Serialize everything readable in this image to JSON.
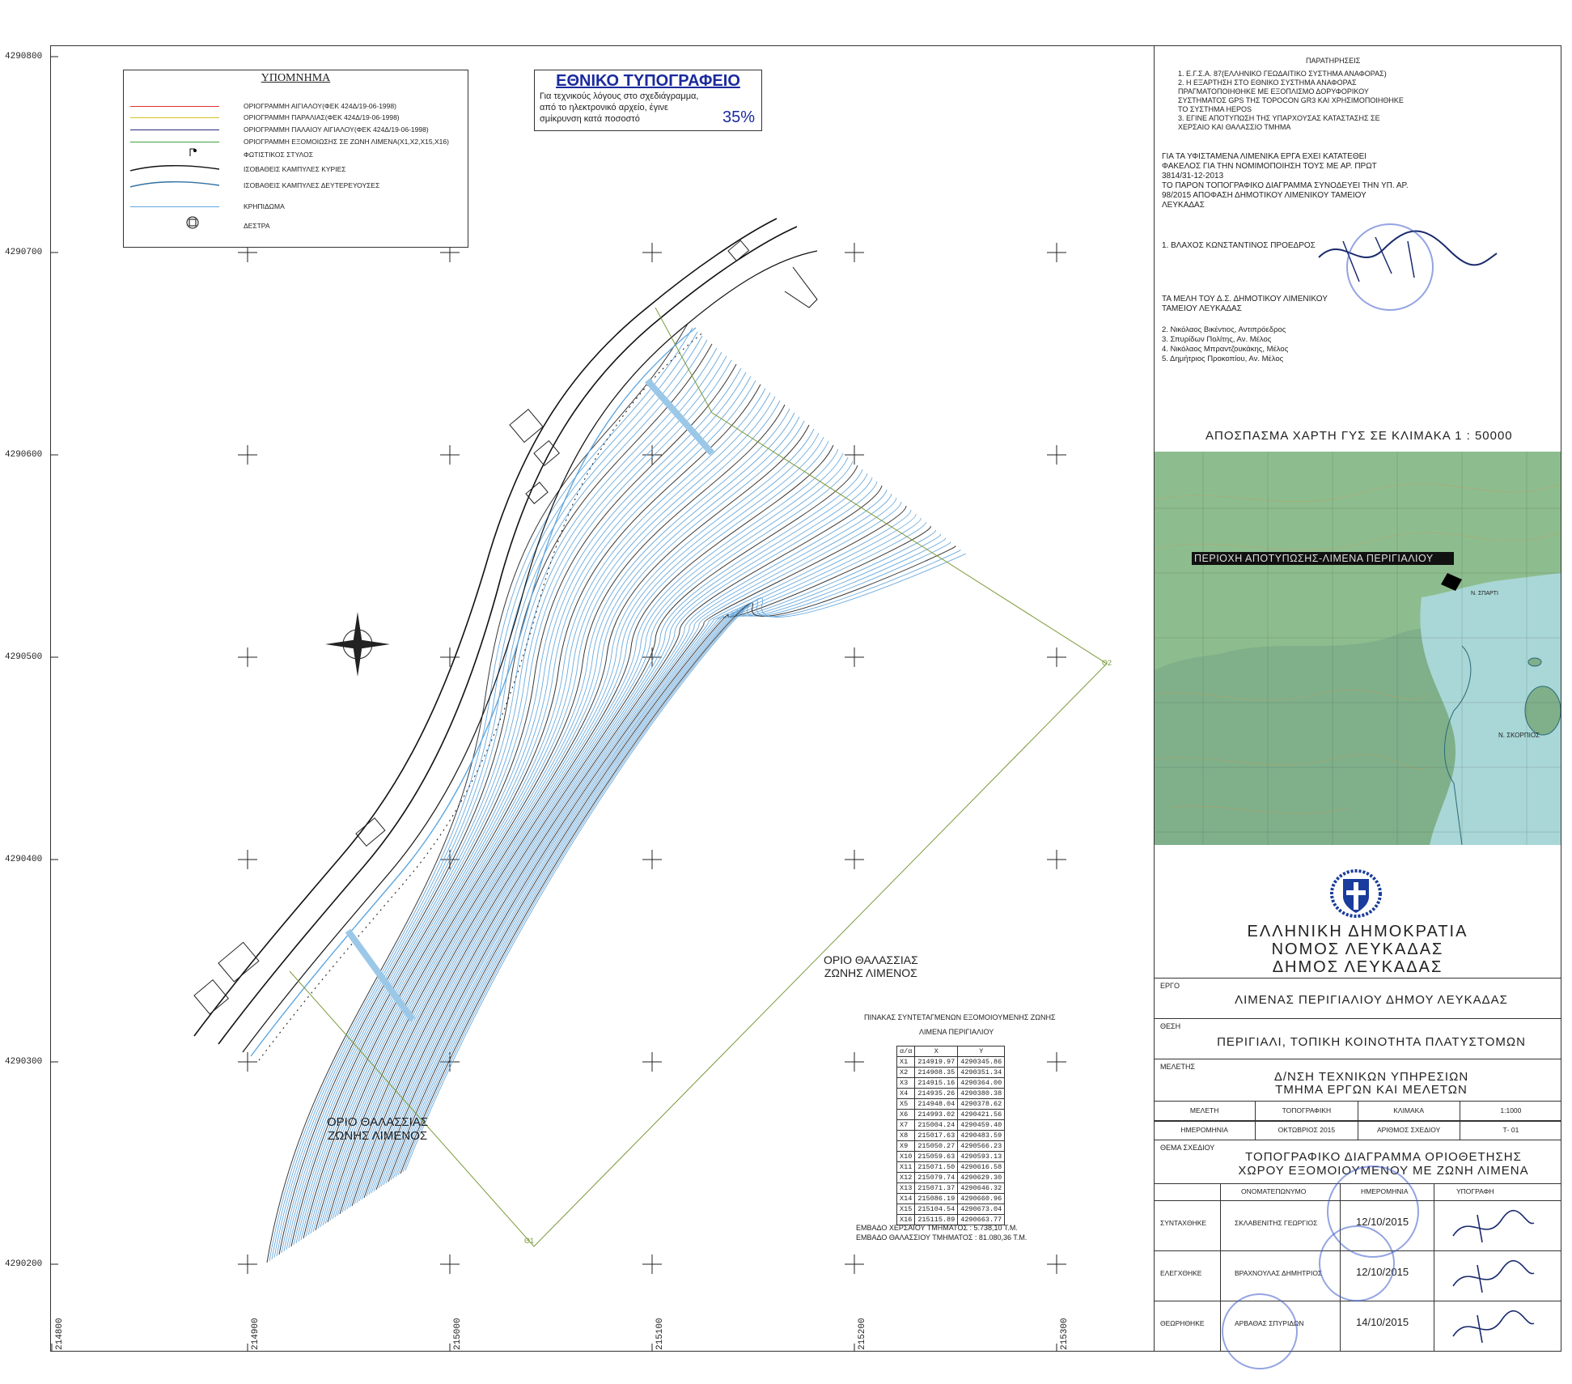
{
  "axes": {
    "y_labels": [
      "4290800",
      "4290700",
      "4290600",
      "4290500",
      "4290400",
      "4290300",
      "4290200"
    ],
    "x_labels": [
      "214800",
      "214900",
      "215000",
      "215100",
      "215200",
      "215300"
    ]
  },
  "legend": {
    "title": "ΥΠΟΜΝΗΜΑ",
    "items": [
      {
        "label": "ΟΡΙΟΓΡΑΜΜΗ ΑΙΓΙΑΛΟΥ(ΦΕΚ 424Δ/19-06-1998)",
        "color": "#e03030",
        "style": "solid"
      },
      {
        "label": "ΟΡΙΟΓΡΑΜΜΗ ΠΑΡΑΛΙΑΣ(ΦΕΚ 424Δ/19-06-1998)",
        "color": "#d6c020",
        "style": "solid"
      },
      {
        "label": "ΟΡΙΟΓΡΑΜΜΗ ΠΑΛΑΙΟΥ ΑΙΓΙΑΛΟΥ(ΦΕΚ 424Δ/19-06-1998)",
        "color": "#2a2a80",
        "style": "solid"
      },
      {
        "label": "ΟΡΙΟΓΡΑΜΜΗ ΕΞΟΜΟΙΩΣΗΣ ΣΕ ΖΩΝΗ ΛΙΜΕΝΑ(Χ1,Χ2,Χ15,Χ16)",
        "color": "#40a040",
        "style": "solid"
      },
      {
        "label": "ΦΩΤΙΣΤΙΚΟΣ ΣΤΥΛΟΣ",
        "color": "#000",
        "style": "icon"
      },
      {
        "label": "ΙΣΟΒΑΘΕΙΣ ΚΑΜΠΥΛΕΣ ΚΥΡΙΕΣ",
        "color": "#111",
        "style": "curve"
      },
      {
        "label": "ΙΣΟΒΑΘΕΙΣ ΚΑΜΠΥΛΕΣ ΔΕΥΤΕΡΕΥΟΥΣΕΣ",
        "color": "#3070a0",
        "style": "curve"
      },
      {
        "label": "ΚΡΗΠΙΔΩΜΑ",
        "color": "#60a8e0",
        "style": "solid"
      },
      {
        "label": "ΔΕΣΤΡΑ",
        "color": "#000",
        "style": "bollard"
      }
    ]
  },
  "notice": {
    "title": "ΕΘΝΙΚΟ ΤΥΠΟΓΡΑΦΕΙΟ",
    "line1": "Για τεχνικούς λόγους στο σχεδιάγραμμα,",
    "line2": "από το ηλεκτρονικό αρχείο, έγινε",
    "line3": "σμίκρυνση κατά ποσοστό",
    "percent": "35%"
  },
  "remarks": {
    "title": "ΠΑΡΑΤΗΡΗΣΕΙΣ",
    "lines": [
      "1. Ε.Γ.Σ.Α. 87(ΕΛΛΗΝΙΚΟ ΓΕΩΔΑΙΤΙΚΟ ΣΥΣΤΗΜΑ ΑΝΑΦΟΡΑΣ)",
      "2. Η ΕΞΑΡΤΗΣΗ ΣΤΟ ΕΘΝΙΚΟ ΣΥΣΤΗΜΑ ΑΝΑΦΟΡΑΣ",
      "ΠΡΑΓΜΑΤΟΠΟΙΗΘΗΚΕ ΜΕ ΕΞΟΠΛΙΣΜΟ ΔΟΡΥΦΟΡΙΚΟΥ",
      "ΣΥΣΤΗΜΑΤΟΣ GPS ΤΗΣ TOPOCON GR3 ΚΑΙ ΧΡΗΣΙΜΟΠΟΙΗΘΗΚΕ",
      "ΤΟ ΣΥΣΤΗΜΑ HEPOS",
      "3. ΕΓΙΝΕ ΑΠΟΤΥΠΩΣΗ ΤΗΣ ΥΠΑΡΧΟΥΣΑΣ ΚΑΤΑΣΤΑΣΗΣ ΣΕ",
      "ΧΕΡΣΑΙΟ ΚΑΙ ΘΑΛΑΣΣΙΟ ΤΜΗΜΑ"
    ]
  },
  "statement": {
    "lines": [
      "ΓΙΑ ΤΑ ΥΦΙΣΤΑΜΕΝΑ ΛΙΜΕΝΙΚΑ ΕΡΓΑ ΕΧΕΙ ΚΑΤΑΤΕΘΕΙ",
      "ΦΑΚΕΛΟΣ ΓΙΑ ΤΗΝ ΝΟΜΙΜΟΠΟΙΗΣΗ ΤΟΥΣ ΜΕ ΑΡ. ΠΡΩΤ",
      "3814/31-12-2013",
      "ΤΟ ΠΑΡΟΝ ΤΟΠΟΓΡΑΦΙΚΟ ΔΙΑΓΡΑΜΜΑ ΣΥΝΟΔΕΥΕΙ ΤΗΝ ΥΠ. ΑΡ.",
      "98/2015 ΑΠΟΦΑΣΗ ΔΗΜΟΤΙΚΟΥ ΛΙΜΕΝΙΚΟΥ ΤΑΜΕΙΟΥ",
      "ΛΕΥΚΑΔΑΣ"
    ],
    "president": "1. ΒΛΑΧΟΣ ΚΩΝΣΤΑΝΤΙΝΟΣ ΠΡΟΕΔΡΟΣ",
    "members_title1": "ΤΑ ΜΕΛΗ ΤΟΥ Δ.Σ. ΔΗΜΟΤΙΚΟΥ ΛΙΜΕΝΙΚΟΥ",
    "members_title2": "ΤΑΜΕΙΟΥ ΛΕΥΚΑΔΑΣ",
    "members": [
      "2. Νικόλαος Βικέντιος, Αντιπρόεδρος",
      "3. Σπυρίδων Πολίτης, Αν. Μέλος",
      "4. Νικόλαος Μπραντζουκάκης, Μέλος",
      "5. Δημήτριος Προκοπίου, Αν. Μέλος"
    ]
  },
  "inset": {
    "title": "ΑΠΟΣΠΑΣΜΑ ΧΑΡΤΗ ΓΥΣ ΣΕ ΚΛΙΜΑΚΑ 1 : 50000",
    "label": "ΠΕΡΙΟΧΗ ΑΠΟΤΥΠΩΣΗΣ-ΛΙΜΕΝΑ ΠΕΡΙΓΙΑΛΙΟΥ",
    "places": [
      "Ν. ΣΠΑΡΤΙ",
      "Ν. ΣΚΟΡΠΙΟΣ"
    ]
  },
  "authority": {
    "line1": "ΕΛΛΗΝΙΚΗ ΔΗΜΟΚΡΑΤΙΑ",
    "line2": "ΝΟΜΟΣ ΛΕΥΚΑΔΑΣ",
    "line3": "ΔΗΜΟΣ ΛΕΥΚΑΔΑΣ"
  },
  "title_block": {
    "ergo_key": "ΕΡΓΟ",
    "ergo": "ΛΙΜΕΝΑΣ ΠΕΡΙΓΙΑΛΙΟΥ ΔΗΜΟΥ ΛΕΥΚΑΔΑΣ",
    "thesi_key": "ΘΕΣΗ",
    "thesi": "ΠΕΡΙΓΙΑΛΙ, ΤΟΠΙΚΗ ΚΟΙΝΟΤΗΤΑ ΠΛΑΤΥΣΤΟΜΩΝ",
    "meletis_key": "ΜΕΛΕΤΗΣ",
    "meletis1": "Δ/ΝΣΗ ΤΕΧΝΙΚΩΝ ΥΠΗΡΕΣΙΩΝ",
    "meletis2": "ΤΜΗΜΑ ΕΡΓΩΝ ΚΑΙ ΜΕΛΕΤΩΝ",
    "row1": [
      "ΜΕΛΕΤΗ",
      "ΤΟΠΟΓΡΑΦΙΚΗ",
      "ΚΛΙΜΑΚΑ",
      "1:1000"
    ],
    "row2": [
      "ΗΜΕΡΟΜΗΝΙΑ",
      "ΟΚΤΩΒΡΙΟΣ 2015",
      "ΑΡΙΘΜΟΣ ΣΧΕΔΙΟΥ",
      "Τ- 01"
    ],
    "thema_key": "ΘΕΜΑ ΣΧΕΔΙΟΥ",
    "thema1": "ΤΟΠΟΓΡΑΦΙΚΟ ΔΙΑΓΡΑΜΜΑ ΟΡΙΟΘΕΤΗΣΗΣ",
    "thema2": "ΧΩΡΟΥ ΕΞΟΜΟΙΟΥΜΕΝΟΥ ΜΕ ΖΩΝΗ ΛΙΜΕΝΑ",
    "sig_headers": [
      "ΟΝΟΜΑΤΕΠΩΝΥΜΟ",
      "ΗΜΕΡΟΜΗΝΙΑ",
      "ΥΠΟΓΡΑΦΗ"
    ],
    "sig_rows": [
      {
        "role": "ΣΥΝΤΑΧΘΗΚΕ",
        "name": "ΣΚΛΑΒΕΝΙΤΗΣ ΓΕΩΡΓΙΟΣ",
        "date": "12/10/2015"
      },
      {
        "role": "ΕΛΕΓΧΘΗΚΕ",
        "name": "ΒΡΑΧΝΟΥΛΑΣ ΔΗΜΗΤΡΙΟΣ",
        "date": "12/10/2015"
      },
      {
        "role": "ΘΕΩΡΗΘΗΚΕ",
        "name": "ΑΡΒΑΘΑΣ ΣΠΥΡΙΔΩΝ",
        "date": "14/10/2015"
      }
    ]
  },
  "coords_table": {
    "title1": "ΠΙΝΑΚΑΣ ΣΥΝΤΕΤΑΓΜΕΝΩΝ ΕΞΟΜΟΙΟΥΜΕΝΗΣ ΖΩΝΗΣ",
    "title2": "ΛΙΜΕΝΑ ΠΕΡΙΓΙΑΛΙΟΥ",
    "headers": [
      "α/α",
      "X",
      "Y"
    ],
    "rows": [
      [
        "X1",
        "214919.97",
        "4290345.86"
      ],
      [
        "X2",
        "214908.35",
        "4290351.34"
      ],
      [
        "X3",
        "214915.16",
        "4290364.00"
      ],
      [
        "X4",
        "214935.26",
        "4290380.38"
      ],
      [
        "X5",
        "214948.04",
        "4290378.62"
      ],
      [
        "X6",
        "214993.02",
        "4290421.56"
      ],
      [
        "X7",
        "215004.24",
        "4290459.40"
      ],
      [
        "X8",
        "215017.63",
        "4290483.59"
      ],
      [
        "X9",
        "215050.27",
        "4290566.23"
      ],
      [
        "X10",
        "215059.63",
        "4290593.13"
      ],
      [
        "X11",
        "215071.50",
        "4290616.58"
      ],
      [
        "X12",
        "215079.74",
        "4290629.30"
      ],
      [
        "X13",
        "215071.37",
        "4290646.32"
      ],
      [
        "X14",
        "215086.19",
        "4290660.96"
      ],
      [
        "X15",
        "215104.54",
        "4290673.04"
      ],
      [
        "X16",
        "215115.89",
        "4290663.77"
      ]
    ],
    "area_land": "ΕΜΒΑΔΟ ΧΕΡΣΑΙΟΥ ΤΜΗΜΑΤΟΣ : 5.738,10 Τ.Μ.",
    "area_sea": "ΕΜΒΑΔΟ ΘΑΛΑΣΣΙΟΥ ΤΜΗΜΑΤΟΣ : 81.080,36 Τ.Μ."
  },
  "map_labels": {
    "sea_zone": "ΟΡΙΟ ΘΑΛΑΣΣΙΑΣ",
    "sea_zone2": "ΖΩΝΗΣ ΛΙΜΕΝΟΣ",
    "theta1": "Θ1",
    "theta2": "Θ2"
  },
  "colors": {
    "contour_blue": "#5aa0d8",
    "contour_black": "#222",
    "boundary_green": "#7a9a3a",
    "coast": "#111"
  }
}
